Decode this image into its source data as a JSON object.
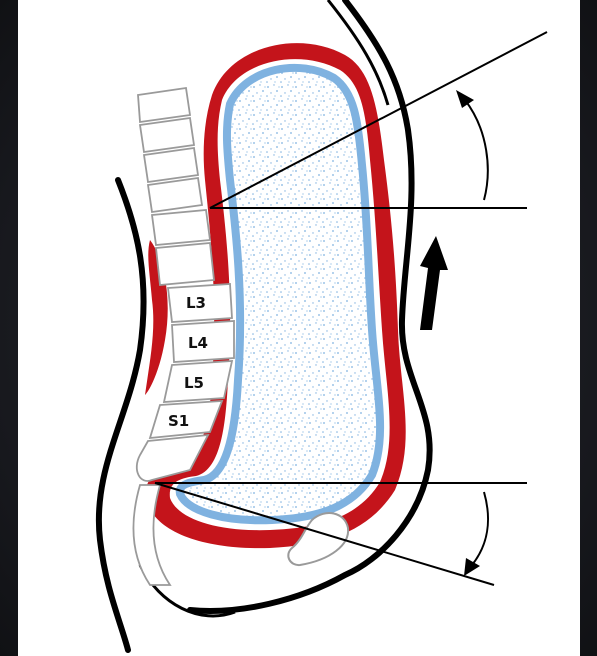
{
  "colors": {
    "background": "#1b1c22",
    "panel": "#ffffff",
    "outline": "#000000",
    "muscle_red": "#c4141b",
    "fluid_blue": "#7fb2e0",
    "vertebra_stroke": "#9a9a9a"
  },
  "vertebra_labels": {
    "l3": "L3",
    "l4": "L4",
    "l5": "L5",
    "s1": "S1"
  },
  "icons": {
    "arrow": "arrow-up-thick-icon",
    "arc_up": "curved-arrow-up-icon",
    "arc_down": "curved-arrow-down-icon"
  }
}
